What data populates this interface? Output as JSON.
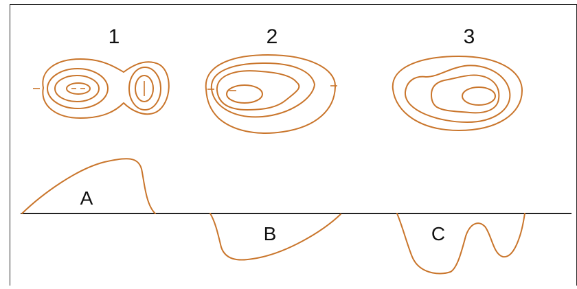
{
  "figure": {
    "maps": [
      {
        "number": "1"
      },
      {
        "number": "2"
      },
      {
        "number": "3"
      }
    ],
    "profiles": [
      {
        "letter": "A"
      },
      {
        "letter": "B"
      },
      {
        "letter": "C"
      }
    ]
  },
  "colors": {
    "contour": "#c9752b",
    "baseline": "#222222",
    "text": "#111111"
  }
}
